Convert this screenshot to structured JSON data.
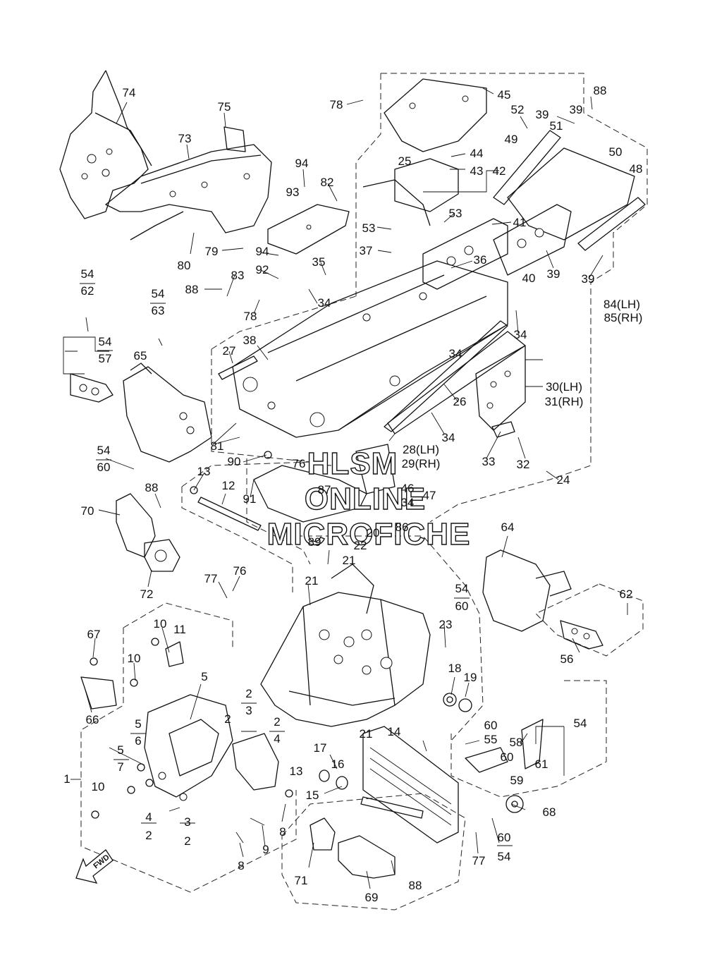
{
  "watermark": [
    "HLSM",
    "ONLINE",
    "MICROFICHE"
  ],
  "fwd_label": "FWD",
  "callouts": [
    {
      "text": "74"
    },
    {
      "text": "75"
    },
    {
      "text": "73"
    },
    {
      "text": "80"
    },
    {
      "text": "79"
    },
    {
      "text": "78"
    },
    {
      "text": "45"
    },
    {
      "text": "88"
    },
    {
      "text": "52"
    },
    {
      "text": "39"
    },
    {
      "text": "39"
    },
    {
      "text": "51"
    },
    {
      "text": "49"
    },
    {
      "text": "50"
    },
    {
      "text": "48"
    },
    {
      "text": "25"
    },
    {
      "text": "44"
    },
    {
      "text": "43"
    },
    {
      "text": "42"
    },
    {
      "text": "94"
    },
    {
      "text": "82"
    },
    {
      "text": "93"
    },
    {
      "text": "53"
    },
    {
      "text": "53"
    },
    {
      "text": "41"
    },
    {
      "text": "37"
    },
    {
      "text": "36"
    },
    {
      "text": "40"
    },
    {
      "text": "39"
    },
    {
      "text": "39"
    },
    {
      "text": "94"
    },
    {
      "text": "92"
    },
    {
      "text": "35"
    },
    {
      "text": "83"
    },
    {
      "text": "88"
    },
    {
      "text": "34"
    },
    {
      "text": "78"
    },
    {
      "text": "84(LH)"
    },
    {
      "text": "85(RH)"
    },
    {
      "text": "34"
    },
    {
      "text": "54"
    },
    {
      "text": "62"
    },
    {
      "text": "54"
    },
    {
      "text": "63"
    },
    {
      "text": "54"
    },
    {
      "text": "57"
    },
    {
      "text": "65"
    },
    {
      "text": "27"
    },
    {
      "text": "38"
    },
    {
      "text": "30(LH)"
    },
    {
      "text": "31(RH)"
    },
    {
      "text": "26"
    },
    {
      "text": "34"
    },
    {
      "text": "34"
    },
    {
      "text": "81"
    },
    {
      "text": "28(LH)"
    },
    {
      "text": "29(RH)"
    },
    {
      "text": "33"
    },
    {
      "text": "32"
    },
    {
      "text": "54"
    },
    {
      "text": "60"
    },
    {
      "text": "90"
    },
    {
      "text": "76"
    },
    {
      "text": "24"
    },
    {
      "text": "13"
    },
    {
      "text": "12"
    },
    {
      "text": "91"
    },
    {
      "text": "87"
    },
    {
      "text": "46"
    },
    {
      "text": "47"
    },
    {
      "text": "34"
    },
    {
      "text": "88"
    },
    {
      "text": "70"
    },
    {
      "text": "86"
    },
    {
      "text": "20"
    },
    {
      "text": "64"
    },
    {
      "text": "89"
    },
    {
      "text": "22"
    },
    {
      "text": "21"
    },
    {
      "text": "72"
    },
    {
      "text": "77"
    },
    {
      "text": "76"
    },
    {
      "text": "21"
    },
    {
      "text": "54"
    },
    {
      "text": "60"
    },
    {
      "text": "62"
    },
    {
      "text": "23"
    },
    {
      "text": "10"
    },
    {
      "text": "11"
    },
    {
      "text": "67"
    },
    {
      "text": "10"
    },
    {
      "text": "56"
    },
    {
      "text": "18"
    },
    {
      "text": "19"
    },
    {
      "text": "5"
    },
    {
      "text": "2"
    },
    {
      "text": "3"
    },
    {
      "text": "66"
    },
    {
      "text": "2"
    },
    {
      "text": "2"
    },
    {
      "text": "4"
    },
    {
      "text": "5"
    },
    {
      "text": "6"
    },
    {
      "text": "54"
    },
    {
      "text": "60"
    },
    {
      "text": "55"
    },
    {
      "text": "58"
    },
    {
      "text": "60"
    },
    {
      "text": "14"
    },
    {
      "text": "21"
    },
    {
      "text": "17"
    },
    {
      "text": "5"
    },
    {
      "text": "7"
    },
    {
      "text": "61"
    },
    {
      "text": "1"
    },
    {
      "text": "16"
    },
    {
      "text": "13"
    },
    {
      "text": "59"
    },
    {
      "text": "10"
    },
    {
      "text": "15"
    },
    {
      "text": "4"
    },
    {
      "text": "3"
    },
    {
      "text": "2"
    },
    {
      "text": "2"
    },
    {
      "text": "68"
    },
    {
      "text": "9"
    },
    {
      "text": "8"
    },
    {
      "text": "60"
    },
    {
      "text": "54"
    },
    {
      "text": "8"
    },
    {
      "text": "71"
    },
    {
      "text": "88"
    },
    {
      "text": "77"
    },
    {
      "text": "69"
    }
  ]
}
